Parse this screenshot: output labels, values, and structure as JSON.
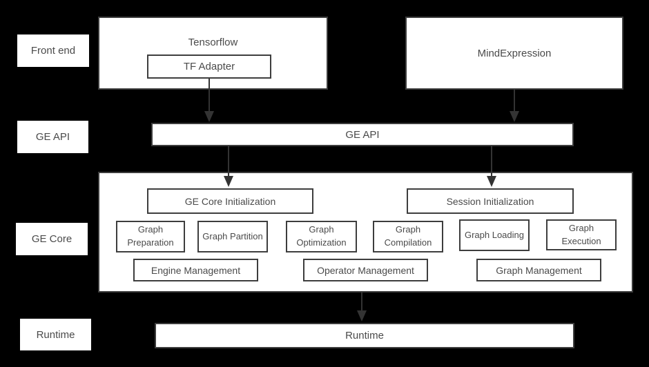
{
  "layers": [
    {
      "label": "Front end"
    },
    {
      "label": "GE API"
    },
    {
      "label": "GE Core"
    },
    {
      "label": "Runtime"
    }
  ],
  "frontend": {
    "tensorflow_label": "Tensorflow",
    "tf_adapter_label": "TF Adapter",
    "mindexpression_label": "MindExpression"
  },
  "ge_api": {
    "label": "GE API"
  },
  "ge_core": {
    "init_label": "GE Core Initialization",
    "session_init_label": "Session Initialization",
    "modules": [
      "Graph Preparation",
      "Graph Partition",
      "Graph Optimization",
      "Graph Compilation",
      "Graph Loading",
      "Graph Execution"
    ],
    "management": [
      "Engine Management",
      "Operator Management",
      "Graph Management"
    ]
  },
  "runtime": {
    "label": "Runtime"
  },
  "colors": {
    "background": "#000000",
    "box_fill": "#ffffff",
    "box_border": "#3d3d3d",
    "text": "#4a4a4a",
    "arrow": "#333333"
  }
}
